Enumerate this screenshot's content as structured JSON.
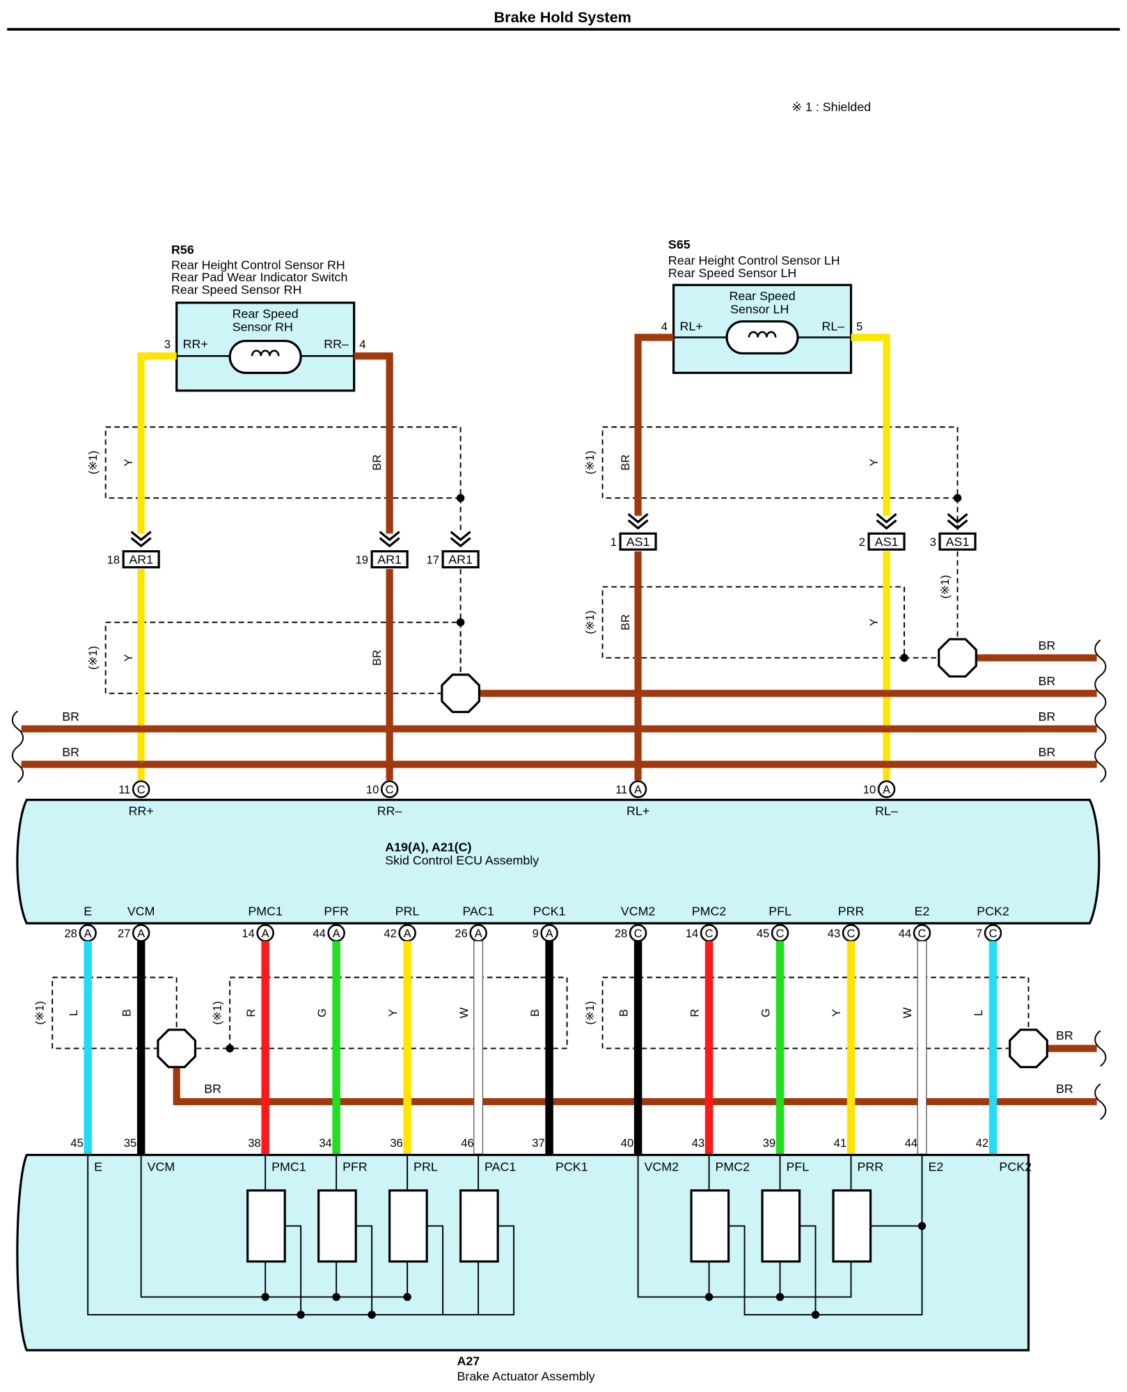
{
  "title": "Brake Hold System",
  "note": "※ 1 : Shielded",
  "shield_label": "(※1)",
  "colors": {
    "BR": "#a0390e",
    "Y": "#fde500",
    "L": "#22dbf5",
    "B": "#000000",
    "R": "#ff1a1a",
    "G": "#1ee01e",
    "W": "#ffffff",
    "component_fill": "#cdf5f7"
  },
  "icons": {
    "ground_splice": "octagon-splice-icon",
    "connector_arrow": "double-chevron-icon",
    "sensor_coil": "coil-icon",
    "wire_break": "wire-break-icon"
  },
  "r56": {
    "id": "R56",
    "lines": [
      "Rear Height Control Sensor RH",
      "Rear Pad Wear Indicator Switch",
      "Rear Speed Sensor RH"
    ],
    "box_lines": [
      "Rear Speed",
      "Sensor RH"
    ],
    "pin_left": "3",
    "pin_right": "4",
    "sig_left": "RR+",
    "sig_right": "RR–"
  },
  "s65": {
    "id": "S65",
    "lines": [
      "Rear Height Control Sensor LH",
      "Rear Speed Sensor LH"
    ],
    "box_lines": [
      "Rear Speed",
      "Sensor LH"
    ],
    "pin_left": "4",
    "pin_right": "5",
    "sig_left": "RL+",
    "sig_right": "RL–"
  },
  "wire_codes": {
    "BR": "BR",
    "Y": "Y",
    "L": "L",
    "B": "B",
    "R": "R",
    "G": "G",
    "W": "W"
  },
  "connectors": [
    {
      "name": "AR1",
      "pin": "18"
    },
    {
      "name": "AR1",
      "pin": "19"
    },
    {
      "name": "AR1",
      "pin": "17"
    },
    {
      "name": "AS1",
      "pin": "1"
    },
    {
      "name": "AS1",
      "pin": "2"
    },
    {
      "name": "AS1",
      "pin": "3"
    }
  ],
  "ecu": {
    "title": "A19(A), A21(C)",
    "name": "Skid Control ECU Assembly",
    "top_pins": [
      {
        "pin": "11",
        "conn": "C",
        "label": "RR+"
      },
      {
        "pin": "10",
        "conn": "C",
        "label": "RR–"
      },
      {
        "pin": "11",
        "conn": "A",
        "label": "RL+"
      },
      {
        "pin": "10",
        "conn": "A",
        "label": "RL–"
      }
    ],
    "bottom_pins": [
      {
        "label": "E",
        "pin": "28",
        "conn": "A"
      },
      {
        "label": "VCM",
        "pin": "27",
        "conn": "A"
      },
      {
        "label": "PMC1",
        "pin": "14",
        "conn": "A"
      },
      {
        "label": "PFR",
        "pin": "44",
        "conn": "A"
      },
      {
        "label": "PRL",
        "pin": "42",
        "conn": "A"
      },
      {
        "label": "PAC1",
        "pin": "26",
        "conn": "A"
      },
      {
        "label": "PCK1",
        "pin": "9",
        "conn": "A"
      },
      {
        "label": "VCM2",
        "pin": "28",
        "conn": "C"
      },
      {
        "label": "PMC2",
        "pin": "14",
        "conn": "C"
      },
      {
        "label": "PFL",
        "pin": "45",
        "conn": "C"
      },
      {
        "label": "PRR",
        "pin": "43",
        "conn": "C"
      },
      {
        "label": "E2",
        "pin": "44",
        "conn": "C"
      },
      {
        "label": "PCK2",
        "pin": "7",
        "conn": "C"
      }
    ]
  },
  "actuator": {
    "id": "A27",
    "name": "Brake Actuator Assembly",
    "pins": [
      {
        "pin": "45",
        "label": "E"
      },
      {
        "pin": "35",
        "label": "VCM"
      },
      {
        "pin": "38",
        "label": "PMC1"
      },
      {
        "pin": "34",
        "label": "PFR"
      },
      {
        "pin": "36",
        "label": "PRL"
      },
      {
        "pin": "46",
        "label": "PAC1"
      },
      {
        "pin": "37",
        "label": "PCK1"
      },
      {
        "pin": "40",
        "label": "VCM2"
      },
      {
        "pin": "43",
        "label": "PMC2"
      },
      {
        "pin": "39",
        "label": "PFL"
      },
      {
        "pin": "41",
        "label": "PRR"
      },
      {
        "pin": "44",
        "label": "E2"
      },
      {
        "pin": "42",
        "label": "PCK2"
      }
    ]
  }
}
